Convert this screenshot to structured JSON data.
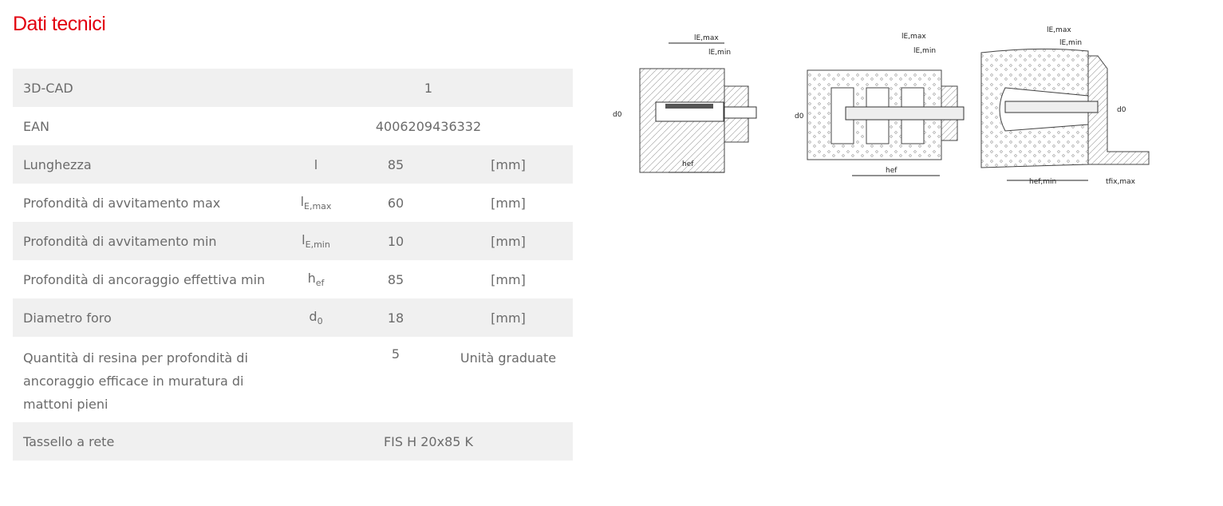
{
  "title": "Dati tecnici",
  "rows": [
    {
      "label": "3D-CAD",
      "value": "1"
    },
    {
      "label": "EAN",
      "value": "4006209436332"
    },
    {
      "label": "Lunghezza",
      "symbol": "l",
      "value": "85",
      "unit": "[mm]"
    },
    {
      "label": "Profondità di avvitamento max",
      "symbol": "l",
      "symbol_sub": "E,max",
      "value": "60",
      "unit": "[mm]"
    },
    {
      "label": "Profondità di avvitamento min",
      "symbol": "l",
      "symbol_sub": "E,min",
      "value": "10",
      "unit": "[mm]"
    },
    {
      "label": "Profondità di ancoraggio effettiva min",
      "symbol": "h",
      "symbol_sub": "ef",
      "value": "85",
      "unit": "[mm]"
    },
    {
      "label": "Diametro foro",
      "symbol": "d",
      "symbol_sub": "0",
      "value": "18",
      "unit": "[mm]"
    },
    {
      "label": "Quantità di resina per profondità di ancoraggio efficace in muratura di mattoni pieni",
      "value": "5",
      "unit": "Unità graduate"
    },
    {
      "label": "Tassello a rete",
      "value": "FIS H 20x85 K"
    }
  ],
  "diagram": {
    "lemax": "lE,max",
    "lemin": "lE,min",
    "d0": "d0",
    "hef": "hef",
    "hefmin": "hef,min",
    "tfixmax": "tfix,max"
  }
}
